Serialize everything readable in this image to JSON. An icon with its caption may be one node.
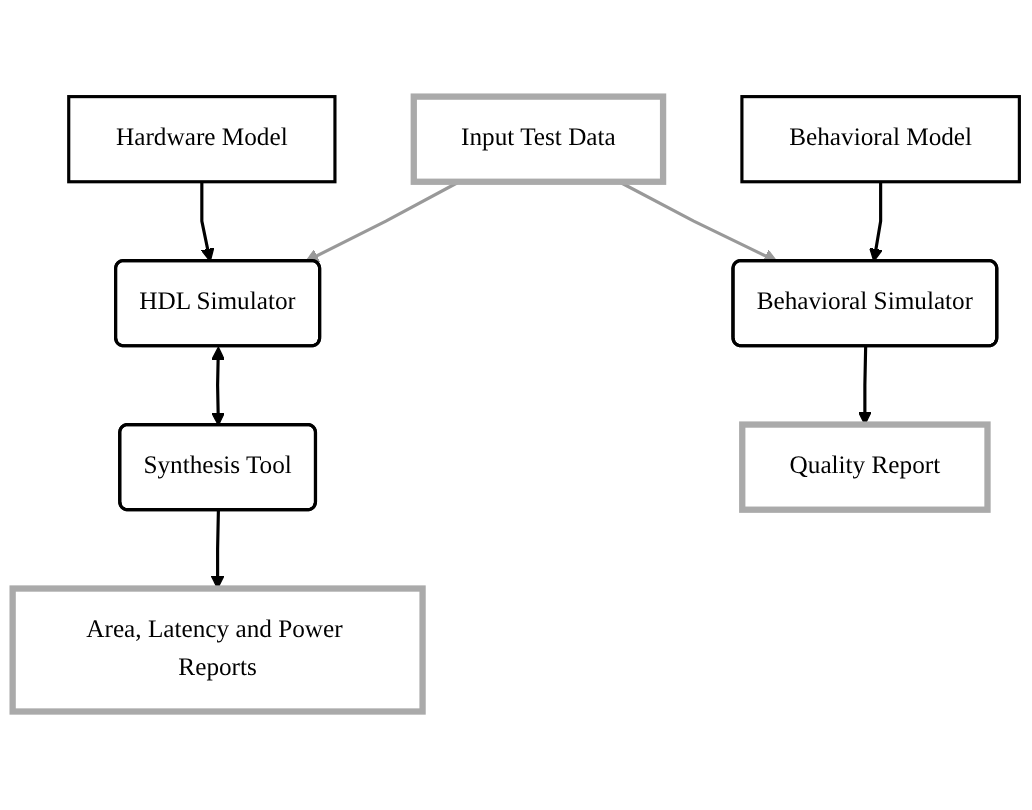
{
  "diagram": {
    "nodes": [
      {
        "text": [
          "Hardware Model"
        ]
      },
      {
        "text": [
          "HDL Simulator"
        ]
      },
      {
        "text": [
          "Synthesis Tool"
        ]
      },
      {
        "text": [
          "Area, Latency and Power Reports"
        ]
      },
      {
        "text": [
          "Input Test Data"
        ]
      },
      {
        "text": [
          "Behavioral Model"
        ]
      },
      {
        "text": [
          "Behavioral Simulator"
        ]
      },
      {
        "text": [
          "Quality Report"
        ]
      }
    ],
    "edges": [
      {
        "from": 0,
        "to": 1,
        "arrow": "to"
      },
      {
        "from": 1,
        "to": 2,
        "arrow": "both"
      },
      {
        "from": 2,
        "to": 3,
        "arrow": "to"
      },
      {
        "from": 4,
        "to": 1,
        "arrow": "to",
        "color": "#999999"
      },
      {
        "from": 4,
        "to": 6,
        "arrow": "to",
        "color": "#999999"
      },
      {
        "from": 5,
        "to": 6,
        "arrow": "to"
      },
      {
        "from": 6,
        "to": 7,
        "arrow": "to"
      }
    ]
  }
}
